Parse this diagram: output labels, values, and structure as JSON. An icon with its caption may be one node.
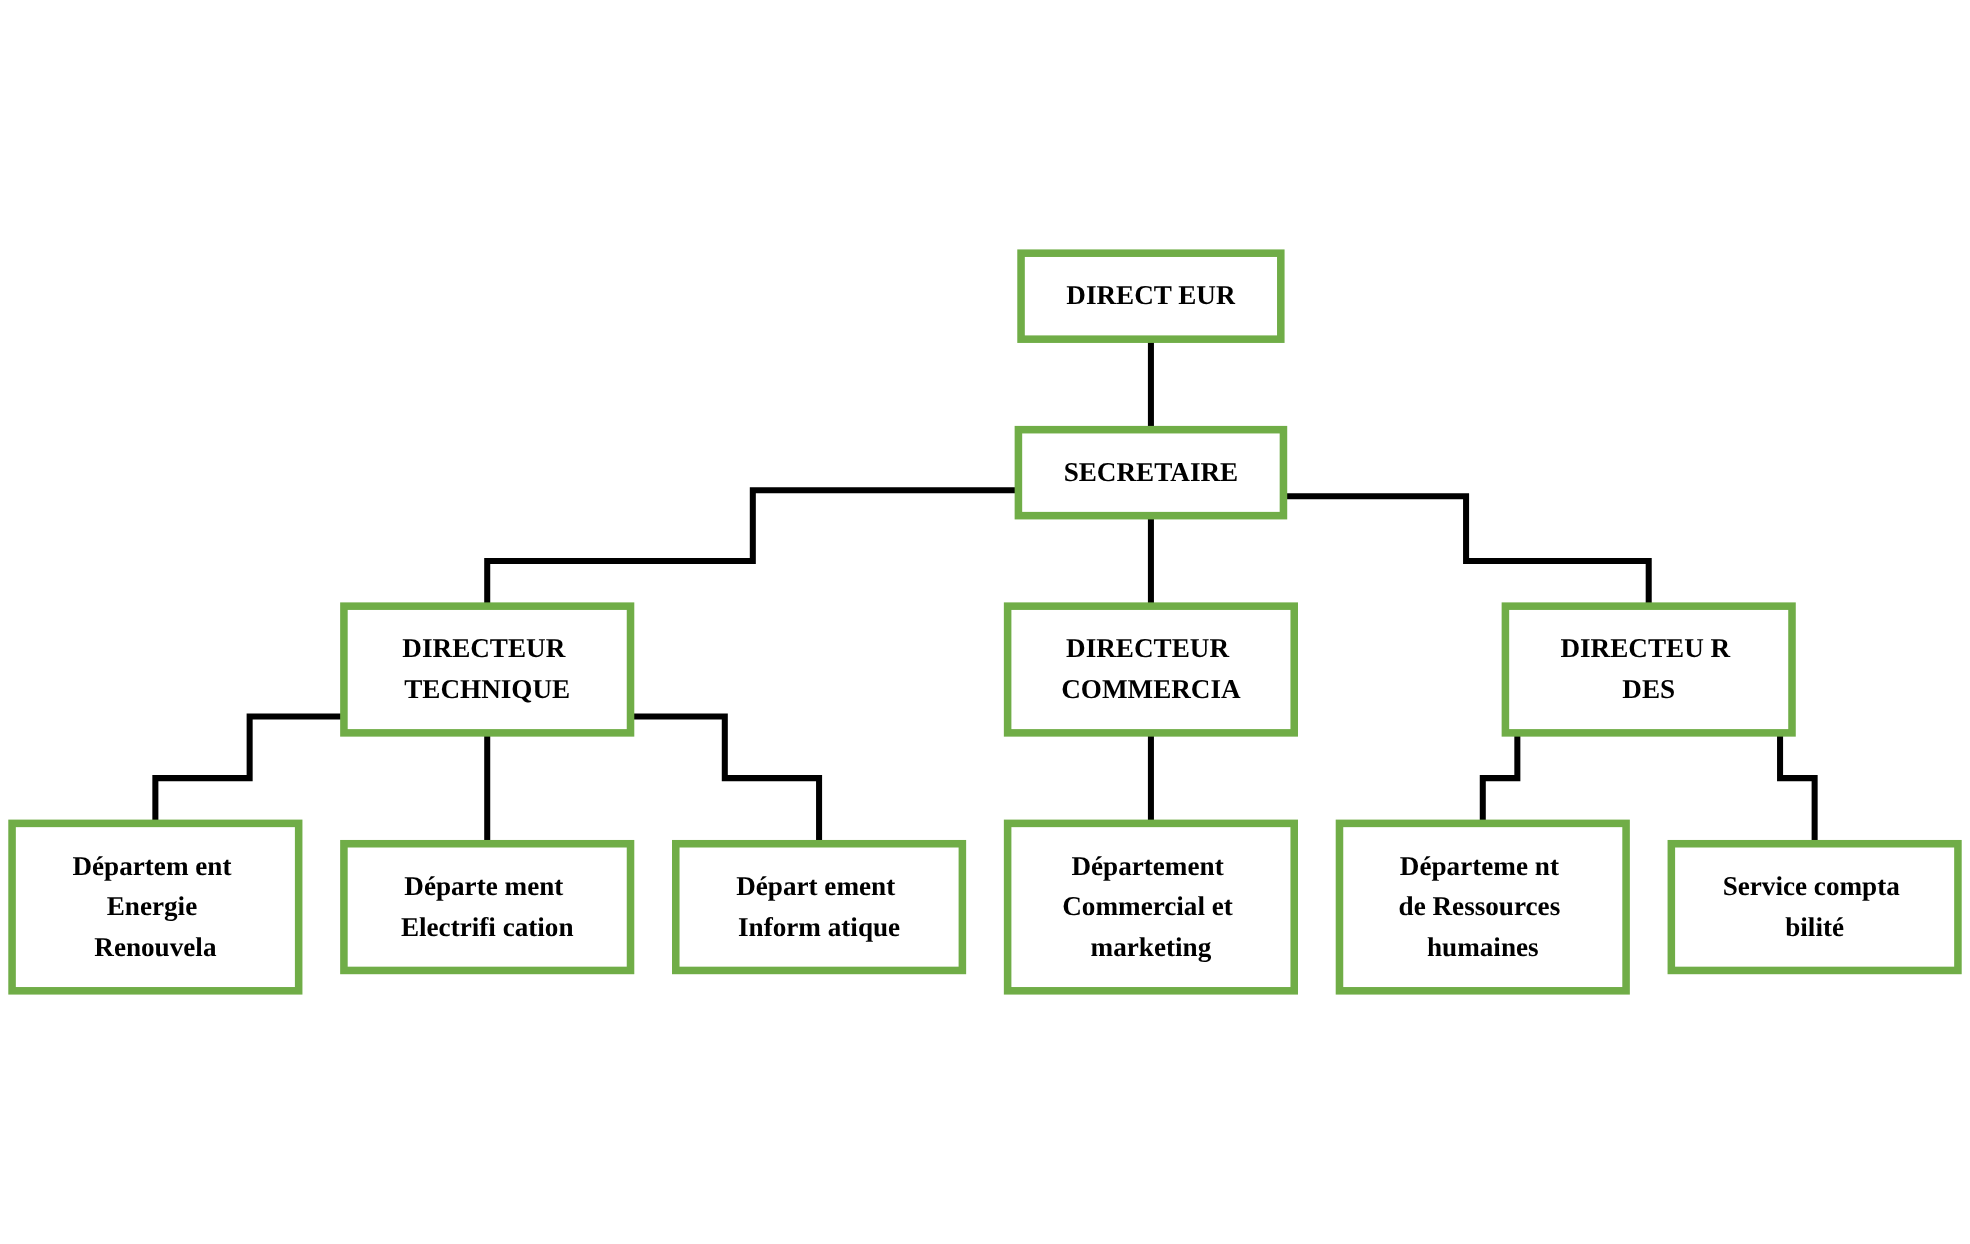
{
  "diagram": {
    "nodes": [
      {
        "text": [
          "DIRECT EUR"
        ]
      },
      {
        "text": [
          "SECRETAIRE"
        ]
      },
      {
        "text": [
          "DIRECTEUR TECHNIQUE"
        ]
      },
      {
        "text": [
          "DIRECTEUR COMMERCIA"
        ]
      },
      {
        "text": [
          "DIRECTEU R DES"
        ]
      },
      {
        "text": [
          "Départem ent Energie Renouvela"
        ]
      },
      {
        "text": [
          "Départe ment Electrifi cation"
        ]
      },
      {
        "text": [
          "Départ ement Inform atique"
        ]
      },
      {
        "text": [
          "Département Commercial et marketing"
        ]
      },
      {
        "text": [
          "Départeme nt de Ressources humaines"
        ]
      },
      {
        "text": [
          "Service compta bilité"
        ]
      }
    ],
    "edges": [
      {
        "from": 0,
        "to": 1,
        "arrow": "none"
      },
      {
        "from": 1,
        "to": 2,
        "arrow": "none"
      },
      {
        "from": 1,
        "to": 3,
        "arrow": "none"
      },
      {
        "from": 1,
        "to": 4,
        "arrow": "none"
      },
      {
        "from": 2,
        "to": 5,
        "arrow": "none"
      },
      {
        "from": 2,
        "to": 6,
        "arrow": "none"
      },
      {
        "from": 2,
        "to": 7,
        "arrow": "none"
      },
      {
        "from": 3,
        "to": 8,
        "arrow": "none"
      },
      {
        "from": 4,
        "to": 9,
        "arrow": "none"
      },
      {
        "from": 4,
        "to": 10,
        "arrow": "none"
      }
    ]
  }
}
